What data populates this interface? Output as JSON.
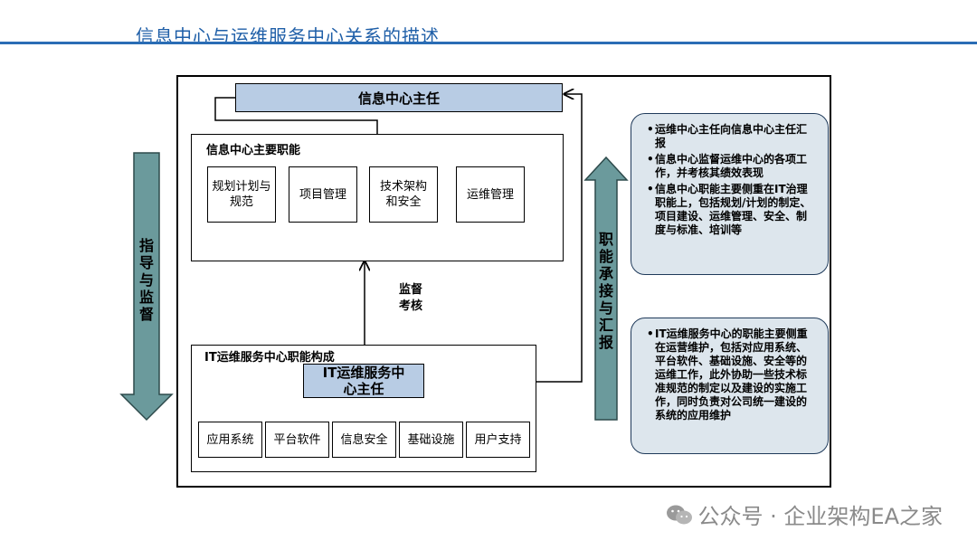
{
  "title": "信息中心与运维服务中心关系的描述",
  "top_box": "信息中心主任",
  "functions_group": {
    "label": "信息中心主要职能",
    "items": [
      "规划计划与规范",
      "项目管理",
      "技术架构和安全",
      "运维管理"
    ]
  },
  "supervise_label": "监督考核",
  "it_group": {
    "label": "IT运维服务中心职能构成",
    "director": "IT运维服务中心主任",
    "items": [
      "应用系统",
      "平台软件",
      "信息安全",
      "基础设施",
      "用户支持"
    ]
  },
  "left_arrow_label": "指导与监督",
  "right_arrow_label": "职能承接与汇报",
  "notes_top": [
    "运维中心主任向信息中心主任汇报",
    "信息中心监督运维中心的各项工作，并考核其绩效表现",
    "信息中心职能主要侧重在IT治理职能上，包括规划/计划的制定、项目建设、运维管理、安全、制度与标准、培训等"
  ],
  "notes_bottom": [
    "IT运维服务中心的职能主要侧重在运营维护，包括对应用系统、平台软件、基础设施、安全等的运维工作，此外协助一些技术标准规范的制定以及建设的实施工作，同时负责对公司统一建设的系统的应用维护"
  ],
  "watermark": "公众号 · 企业架构EA之家",
  "colors": {
    "title": "#1f5fa8",
    "header_fill": "#b8cce4",
    "arrow_fill": "#6b9a9c",
    "bubble_fill": "#dde6ed"
  }
}
